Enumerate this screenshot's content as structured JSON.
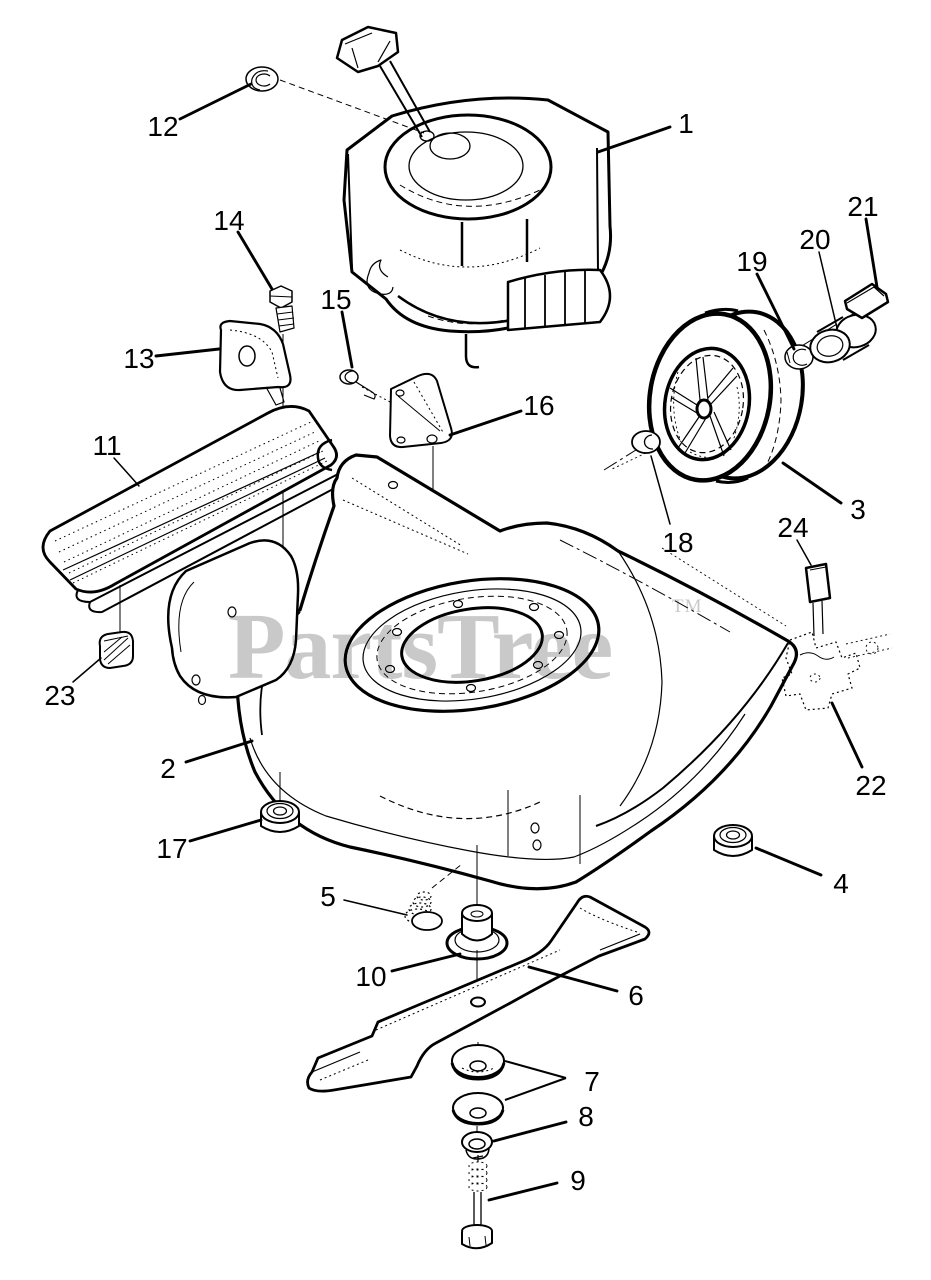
{
  "figure": {
    "background": "#ffffff",
    "line_color": "#000000"
  },
  "watermark": {
    "text": "PartsTree",
    "tm": "TM",
    "color": "#c9c9c9"
  },
  "callouts": {
    "c1": "1",
    "c2": "2",
    "c3": "3",
    "c4": "4",
    "c5": "5",
    "c6": "6",
    "c7": "7",
    "c8": "8",
    "c9": "9",
    "c10": "10",
    "c11": "11",
    "c12": "12",
    "c13": "13",
    "c14": "14",
    "c15": "15",
    "c16": "16",
    "c17": "17",
    "c18": "18",
    "c19": "19",
    "c20": "20",
    "c21": "21",
    "c22": "22",
    "c23": "23",
    "c24": "24"
  }
}
